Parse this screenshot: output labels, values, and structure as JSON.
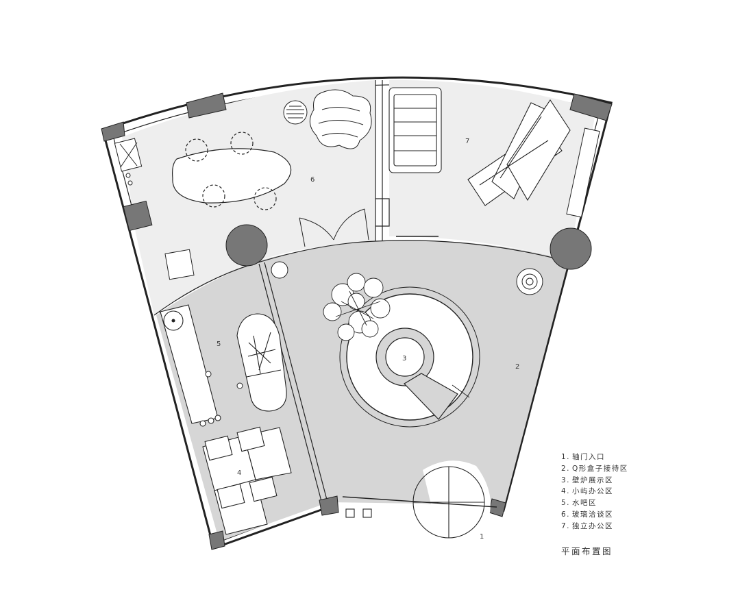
{
  "zone_numbers": {
    "z1": "1",
    "z2": "2",
    "z3": "3",
    "z4": "4",
    "z5": "5",
    "z6": "6",
    "z7": "7"
  },
  "legend": [
    {
      "num": "1.",
      "label": "轴门入口"
    },
    {
      "num": "2.",
      "label": "Q形盒子接待区"
    },
    {
      "num": "3.",
      "label": "壁炉展示区"
    },
    {
      "num": "4.",
      "label": "小屿办公区"
    },
    {
      "num": "5.",
      "label": "水吧区"
    },
    {
      "num": "6.",
      "label": "玻璃洽谈区"
    },
    {
      "num": "7.",
      "label": "独立办公区"
    }
  ],
  "title": "平面布置图",
  "colors": {
    "floor_light": "#eeeeee",
    "floor_dark": "#d6d6d6",
    "column": "#777777",
    "line": "#222222"
  }
}
